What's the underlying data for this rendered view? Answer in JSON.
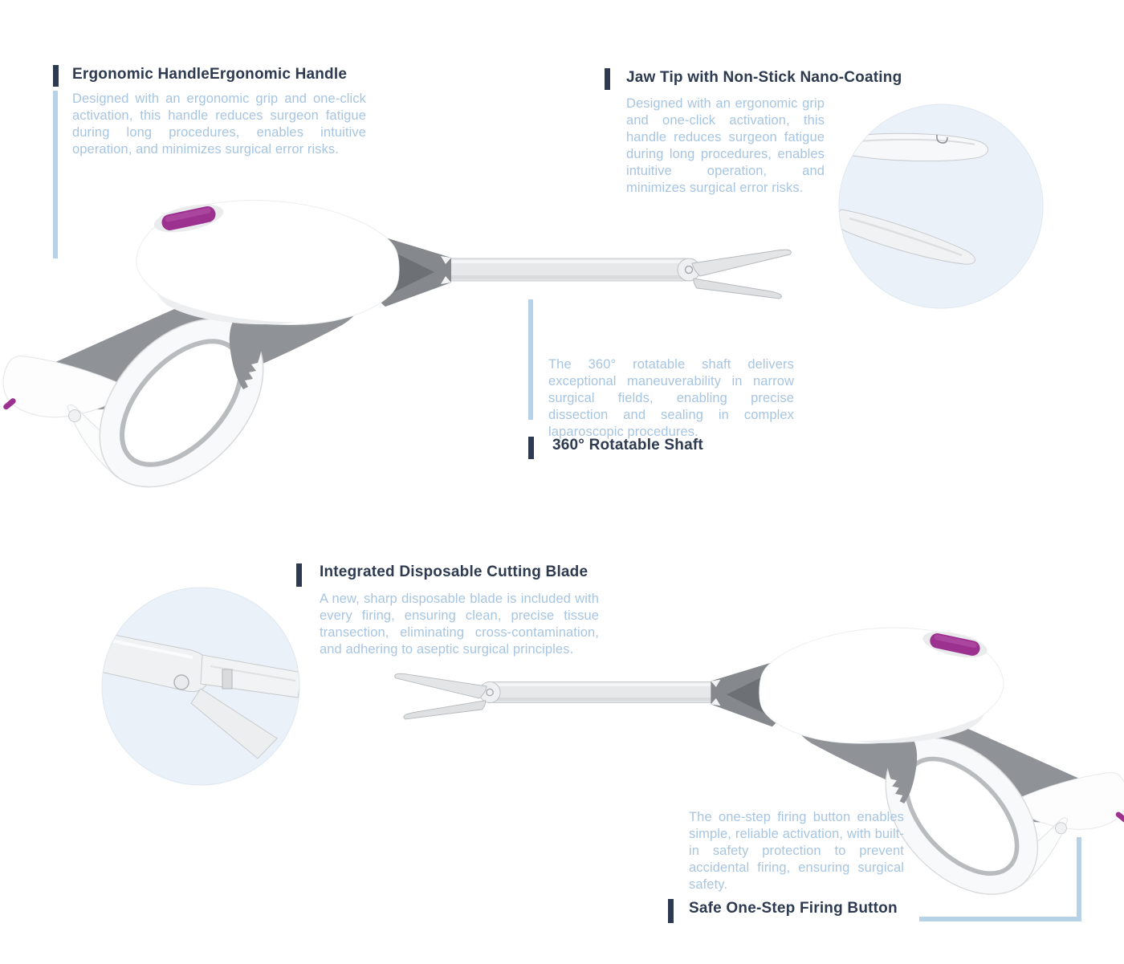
{
  "palette": {
    "title_text": "#2d3a4f",
    "body_text": "#a7c5e1",
    "accent_bar_dark": "#2d3a4f",
    "accent_line_light": "#b7d1e6",
    "device_body_white": "#ffffff",
    "device_grip_gray": "#8f9297",
    "device_cone_gray": "#85888c",
    "device_shaft_gray": "#e6e8ea",
    "firing_button_purple": "#9c3190",
    "inset_circle_bg": "#ebf1f8"
  },
  "sections": {
    "ergonomic_handle": {
      "title": "Ergonomic HandleErgonomic Handle",
      "body": "Designed with an ergonomic grip and one-click activation, this handle reduces surgeon fatigue during long procedures, enables intuitive operation, and minimizes surgical error risks."
    },
    "jaw_tip": {
      "title": "Jaw Tip with Non-Stick Nano-Coating",
      "body": "Designed with an ergonomic grip and one-click activation, this handle reduces surgeon fatigue during long procedures, enables intuitive operation, and minimizes surgical error risks."
    },
    "rotatable_shaft": {
      "title": "360° Rotatable Shaft",
      "body": "The 360° rotatable shaft delivers exceptional maneuverability in narrow surgical fields, enabling precise dissection and sealing in complex laparoscopic procedures."
    },
    "cutting_blade": {
      "title": "Integrated Disposable Cutting Blade",
      "body": "A new, sharp disposable blade is included with every firing, ensuring clean, precise tissue transection, eliminating cross-contamination, and adhering to aseptic surgical principles."
    },
    "firing_button": {
      "title": "Safe One-Step Firing Button",
      "body": "The one-step firing button enables simple, reliable activation, with built-in safety protection to prevent accidental firing, ensuring surgical safety."
    }
  },
  "illustrations": {
    "stapler_top": "surgical-stapler-side-view-facing-right",
    "stapler_bottom": "surgical-stapler-side-view-facing-left",
    "inset_jaw_tip": "jaw-tip-closeup-circle",
    "inset_hinge": "cutting-blade-hinge-closeup-circle"
  }
}
